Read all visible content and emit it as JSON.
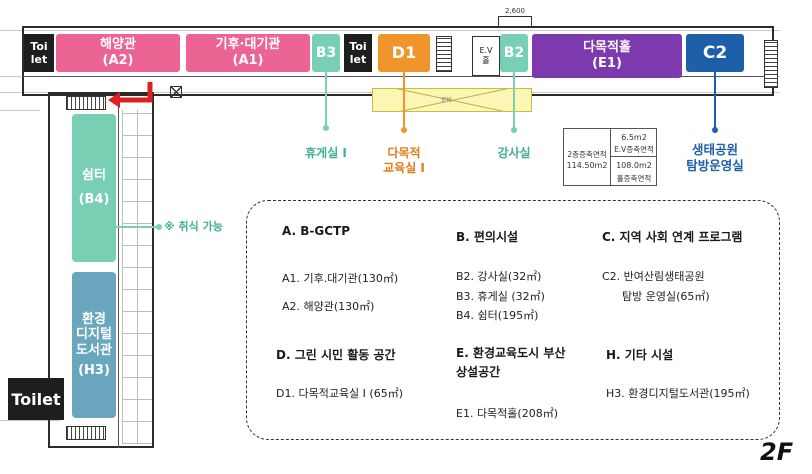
{
  "rooms": {
    "toilet_left": "Toi\nlet",
    "a2": {
      "name": "해양관",
      "code": "(A2)"
    },
    "a1": {
      "name": "기후·대기관",
      "code": "(A1)"
    },
    "b3": "B3",
    "toilet_mid": "Toi\nlet",
    "d1": "D1",
    "ev": "E.V\n홀",
    "b2": "B2",
    "e1": {
      "name": "다목적홀",
      "code": "(E1)"
    },
    "c2": "C2",
    "b4": {
      "name": "쉼터",
      "code": "(B4)"
    },
    "h3": {
      "name": "환경\n디지털\n도서관",
      "code": "(H3)"
    },
    "toilet_bottom": "Toilet",
    "dimension": "2,600",
    "lobby": "로비"
  },
  "callouts": {
    "b3": "휴게실 I",
    "d1": "다목적\n교육실 I",
    "b2": "강사실",
    "c2": "생태공원\n탐방운영실",
    "b4_note": "※ 취식 가능"
  },
  "stats": {
    "left_label": "2층증축면적",
    "left_value": "114.50m2",
    "right_top_value": "6.5m2",
    "right_top_label": "E.V증축면적",
    "right_bottom_value": "108.0m2",
    "right_bottom_label": "홀증축면적"
  },
  "legend": {
    "a": {
      "title": "A. B-GCTP",
      "items": [
        "A1. 기후.대기관(130㎡)",
        "A2. 해양관(130㎡)"
      ]
    },
    "b": {
      "title": "B. 편의시설",
      "items": [
        "B2. 강사실(32㎡)",
        "B3. 휴게실 (32㎡)",
        "B4. 쉼터(195㎡)"
      ]
    },
    "c": {
      "title": "C. 지역 사회 연계 프로그램",
      "items": [
        "C2. 반여산림생태공원",
        "탐방 운영실(65㎡)"
      ]
    },
    "d": {
      "title": "D. 그린 시민 활동 공간",
      "items": [
        "D1. 다목적교육실 I (65㎡)"
      ]
    },
    "e": {
      "title": "E. 환경교육도시 부산\n상설공간",
      "items": [
        "E1. 다목적홀(208㎡)"
      ]
    },
    "h": {
      "title": "H. 기타 시설",
      "items": [
        "H3. 환경디지털도서관(195㎡)"
      ]
    }
  },
  "floor_label": "2F",
  "colors": {
    "a2": "#ec6494",
    "a1": "#ec6494",
    "b": "#79cfb4",
    "d1": "#f0952b",
    "e1": "#7d3aaf",
    "c2": "#1d5fa8",
    "h3": "#6aa7bf",
    "arrow": "#e02020"
  }
}
